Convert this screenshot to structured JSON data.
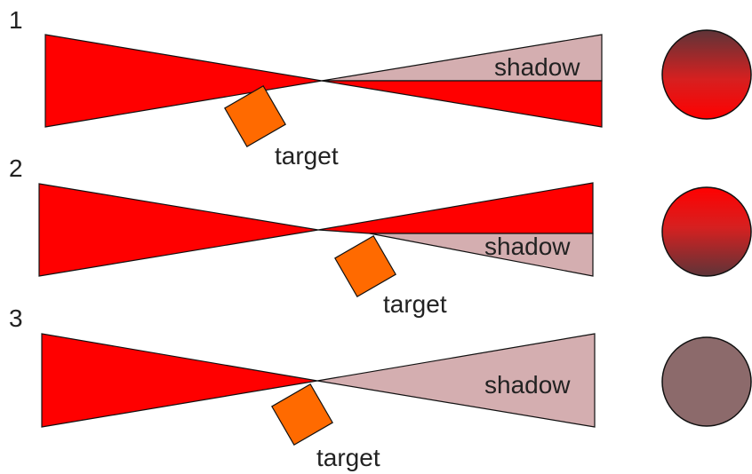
{
  "colors": {
    "beam": "#ff0000",
    "shadow": "#d4aeb0",
    "target": "#ff6a00",
    "outline": "#111111",
    "text": "#222222",
    "spot_dark": "#5e3438",
    "spot_shadow": "#8c6a6b"
  },
  "panels": [
    {
      "number": "1",
      "shadow_label": "shadow",
      "target_label": "target",
      "spot": "gradient, dark at top, red at bottom"
    },
    {
      "number": "2",
      "shadow_label": "shadow",
      "target_label": "target",
      "spot": "gradient, red at top, dark at bottom"
    },
    {
      "number": "3",
      "shadow_label": "shadow",
      "target_label": "target",
      "spot": "uniform shadow color"
    }
  ]
}
